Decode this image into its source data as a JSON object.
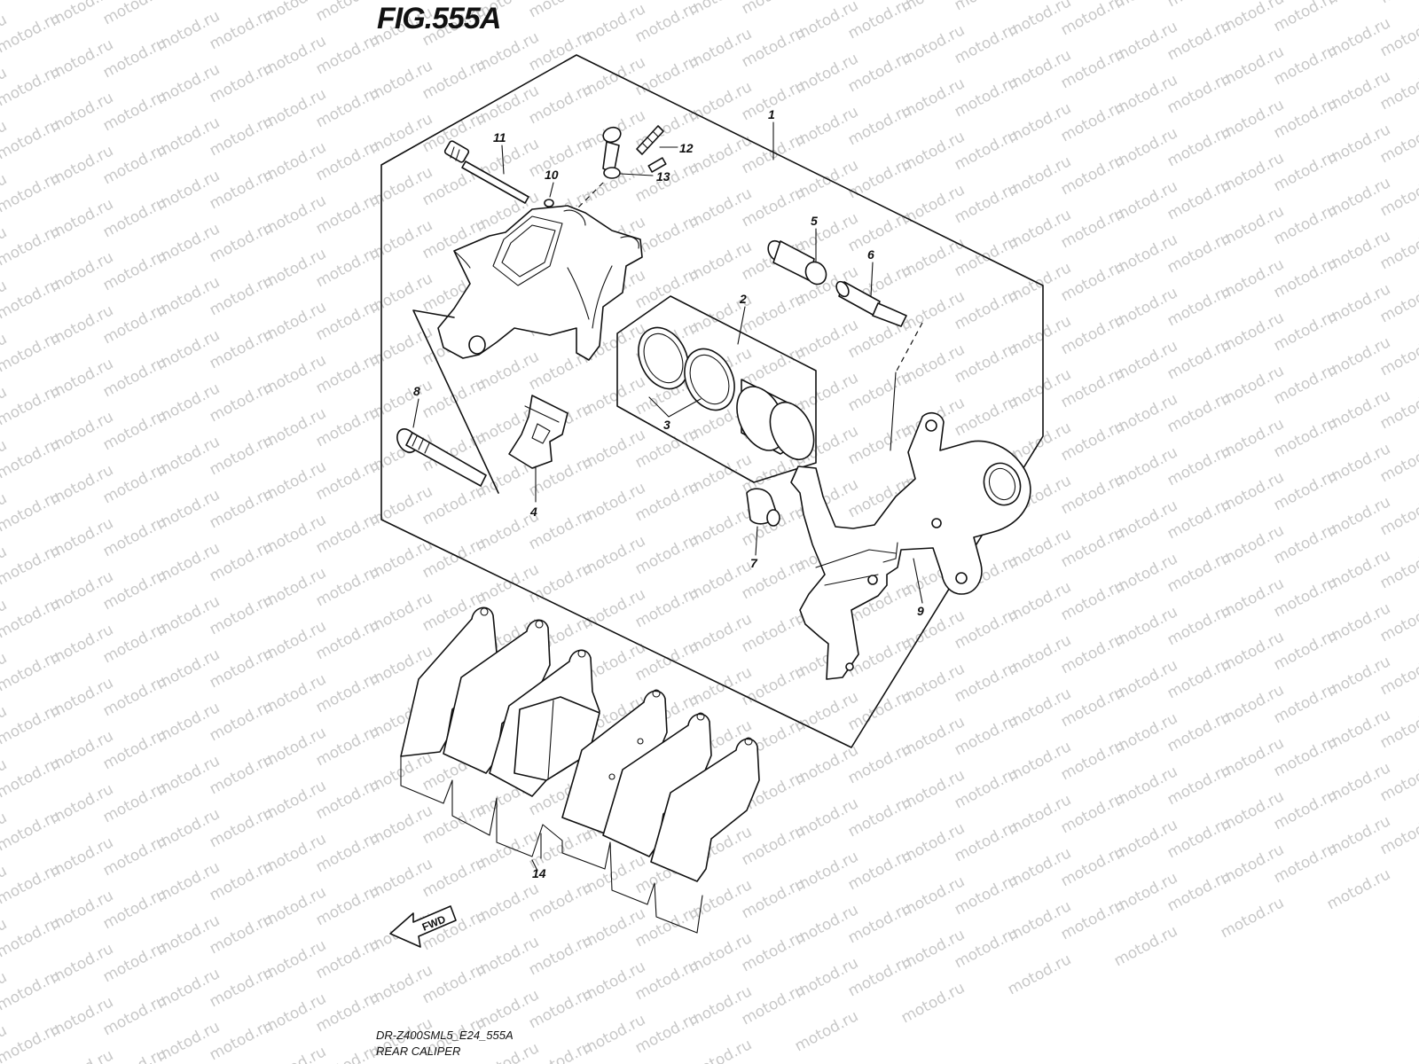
{
  "figure": {
    "title": "FIG.555A",
    "model_code": "DR-Z400SML5_E24_555A",
    "assembly_name": "REAR CALIPER",
    "direction_label": "FWD",
    "watermark": "motod.ru"
  },
  "callouts": [
    {
      "id": "1",
      "text": "1"
    },
    {
      "id": "2",
      "text": "2"
    },
    {
      "id": "3",
      "text": "3"
    },
    {
      "id": "4",
      "text": "4"
    },
    {
      "id": "5",
      "text": "5"
    },
    {
      "id": "6",
      "text": "6"
    },
    {
      "id": "7",
      "text": "7"
    },
    {
      "id": "8",
      "text": "8"
    },
    {
      "id": "9",
      "text": "9"
    },
    {
      "id": "10",
      "text": "10"
    },
    {
      "id": "11",
      "text": "11"
    },
    {
      "id": "12",
      "text": "12"
    },
    {
      "id": "13",
      "text": "13"
    },
    {
      "id": "14",
      "text": "14"
    }
  ]
}
